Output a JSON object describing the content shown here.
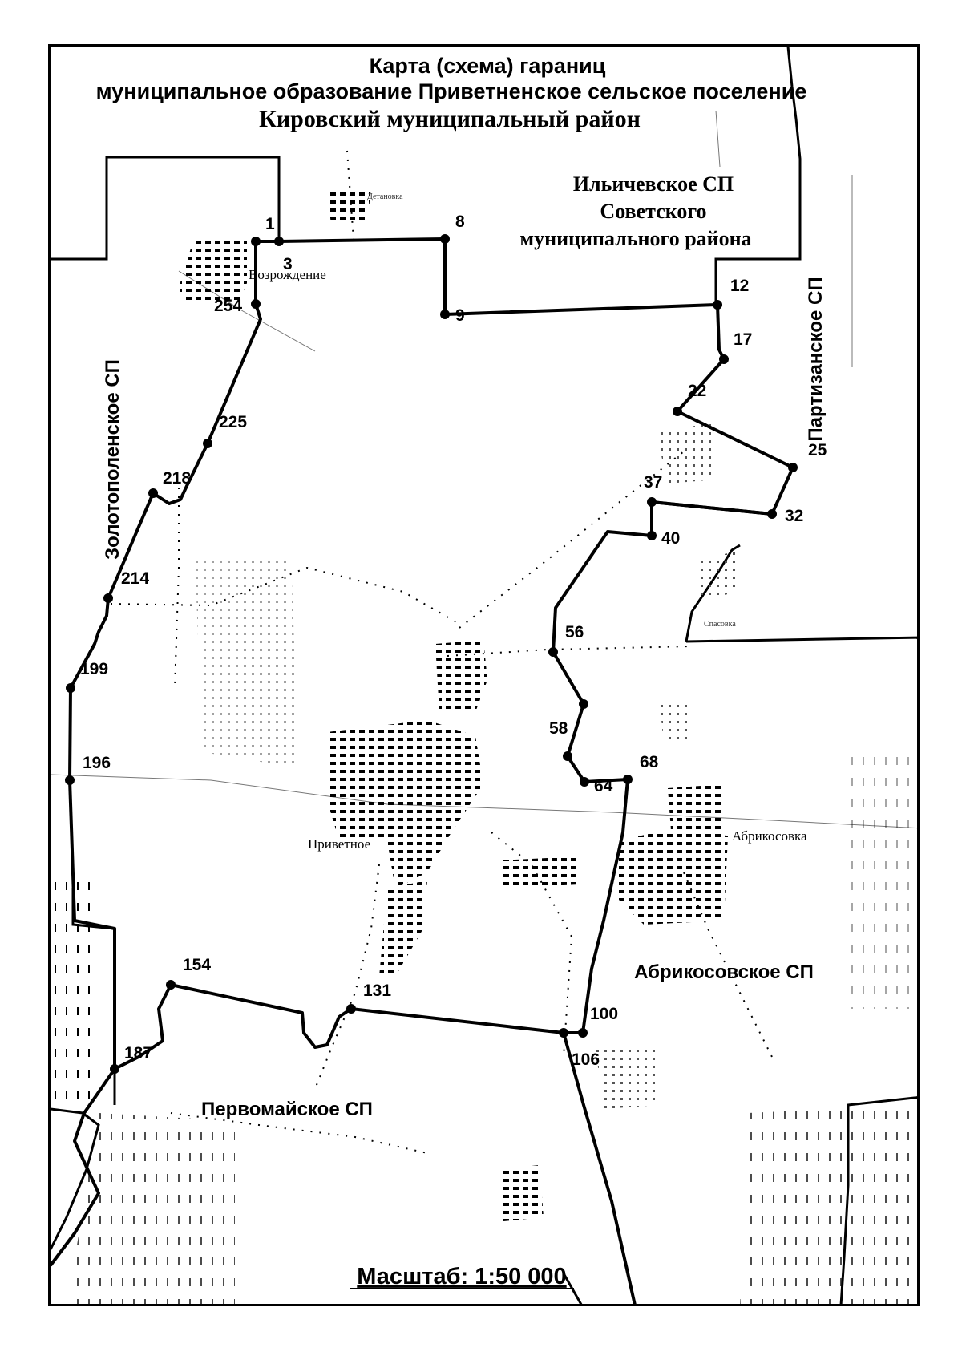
{
  "title": {
    "line1": "Карта (схема) гараниц",
    "line2": "муниципальное образование Приветненское сельское поселение",
    "line3": "Кировский муниципальный район"
  },
  "regions": {
    "ilichevskoe_line1": "Ильичевское СП",
    "ilichevskoe_line2": "Советского",
    "ilichevskoe_line3": "муниципального района",
    "partizanskoe": "Партизанское СП",
    "zolotopolenskoe": "Золотополенское СП",
    "abrikosovskoe": "Абрикосовское СП",
    "pervomaiskoe": "Первомайское СП"
  },
  "settlements": {
    "vozrozhdenie": "Возрождение",
    "privetnoe": "Приветное",
    "abrikosovka": "Абрикосовка",
    "detanovka": "Детановка",
    "spasovka": "Спасовка"
  },
  "points": {
    "p1": "1",
    "p3": "3",
    "p8": "8",
    "p9": "9",
    "p12": "12",
    "p17": "17",
    "p22": "22",
    "p25": "25",
    "p32": "32",
    "p37": "37",
    "p40": "40",
    "p56": "56",
    "p58": "58",
    "p64": "64",
    "p68": "68",
    "p100": "100",
    "p106": "106",
    "p131": "131",
    "p154": "154",
    "p187": "187",
    "p196": "196",
    "p199": "199",
    "p214": "214",
    "p218": "218",
    "p225": "225",
    "p254": "254"
  },
  "scale": "Масштаб: 1:50 000"
}
